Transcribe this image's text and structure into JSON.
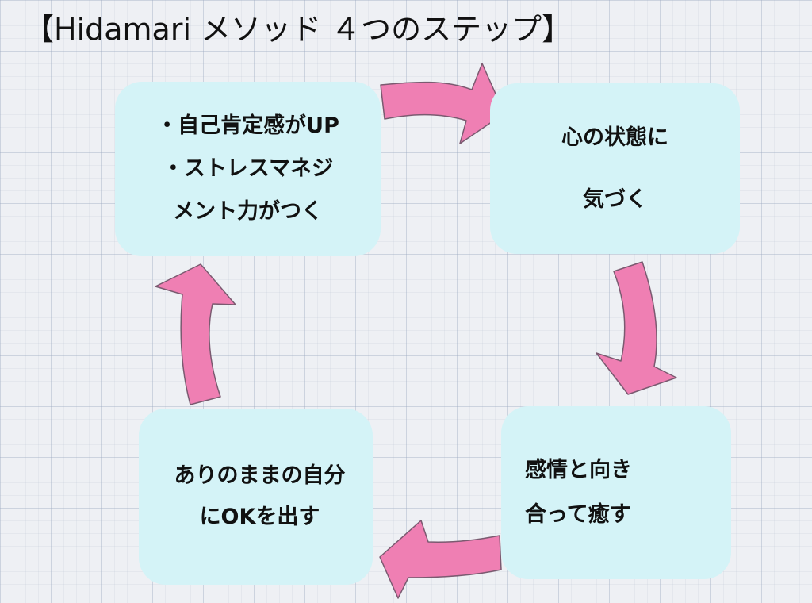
{
  "title": "【Hidamari メソッド ４つのステップ】",
  "steps": {
    "top_right": {
      "lines": [
        "心の状態に",
        "気づく"
      ]
    },
    "bottom_right": {
      "lines": [
        "感情と向き",
        "合って癒す"
      ]
    },
    "bottom_left": {
      "lines": [
        "ありのままの自分",
        "にOKを出す"
      ]
    },
    "top_left": {
      "lines": [
        "・自己肯定感がUP",
        "・ストレスマネジ",
        "メント力がつく"
      ]
    }
  },
  "colors": {
    "box_fill": "#d4f3f7",
    "arrow_fill": "#ef7fb3",
    "background": "#eef0f4"
  }
}
